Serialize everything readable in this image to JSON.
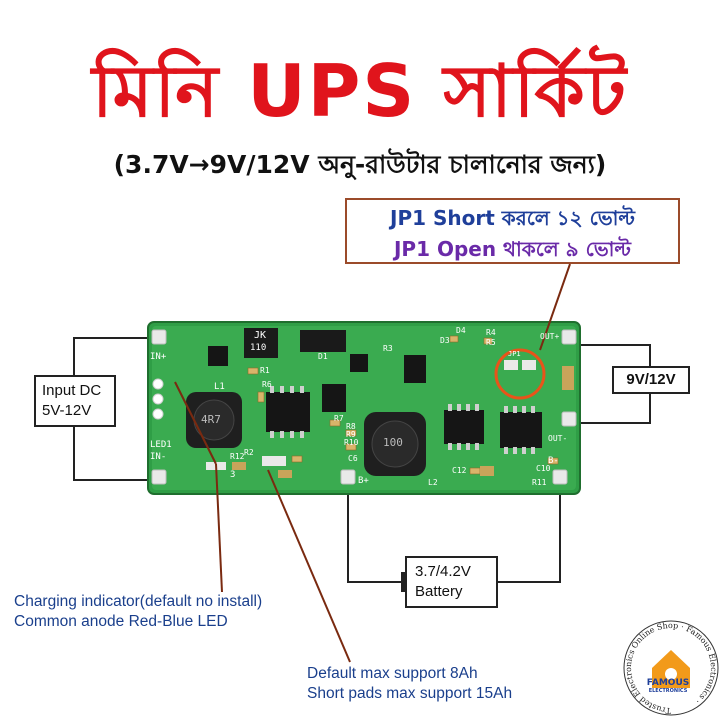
{
  "title": "মিনি UPS সার্কিট",
  "subtitle": "(3.7V→9V/12V অনু-রাউটার চালানোর জন্য)",
  "jumper_note": {
    "line1": "JP1 Short করলে ১২ ভোল্ট",
    "line2": "JP1 Open থাকলে ৯ ভোল্ট"
  },
  "labels": {
    "input_line1": "Input DC",
    "input_line2": "5V-12V",
    "output": "9V/12V",
    "battery_line1": "3.7/4.2V",
    "battery_line2": "Battery"
  },
  "notes": {
    "indicator_line1": "Charging indicator(default no install)",
    "indicator_line2": "Common anode Red-Blue LED",
    "capacity_line1": "Default max support 8Ah",
    "capacity_line2": "Short pads max support 15Ah"
  },
  "board": {
    "pcb_color": "#2f9e46",
    "silkscreen": [
      "IN+",
      "LED1",
      "IN-",
      "JK",
      "110",
      "L1",
      "4R7",
      "R1",
      "R2",
      "R3",
      "R4",
      "R5",
      "R6",
      "R7",
      "R8",
      "R9",
      "R10",
      "R11",
      "R12",
      "D1",
      "D3",
      "D4",
      "C6",
      "C10",
      "C12",
      "L2",
      "100",
      "B+",
      "B-",
      "OUT+",
      "OUT-",
      "JP1",
      "3"
    ]
  },
  "seal": {
    "ring_text": "Trusted Electronics Online Shop · Famous Electronics ·",
    "logo_text": "FAMOUS",
    "logo_subtext": "ELECTRONICS"
  },
  "colors": {
    "title": "#e0141c",
    "note_text": "#1a3f8c",
    "jumper_blue": "#1f3f9a",
    "jumper_purple": "#6a2aa8",
    "highlight_circle": "#e8541a",
    "leader_line": "#7a2a10"
  }
}
